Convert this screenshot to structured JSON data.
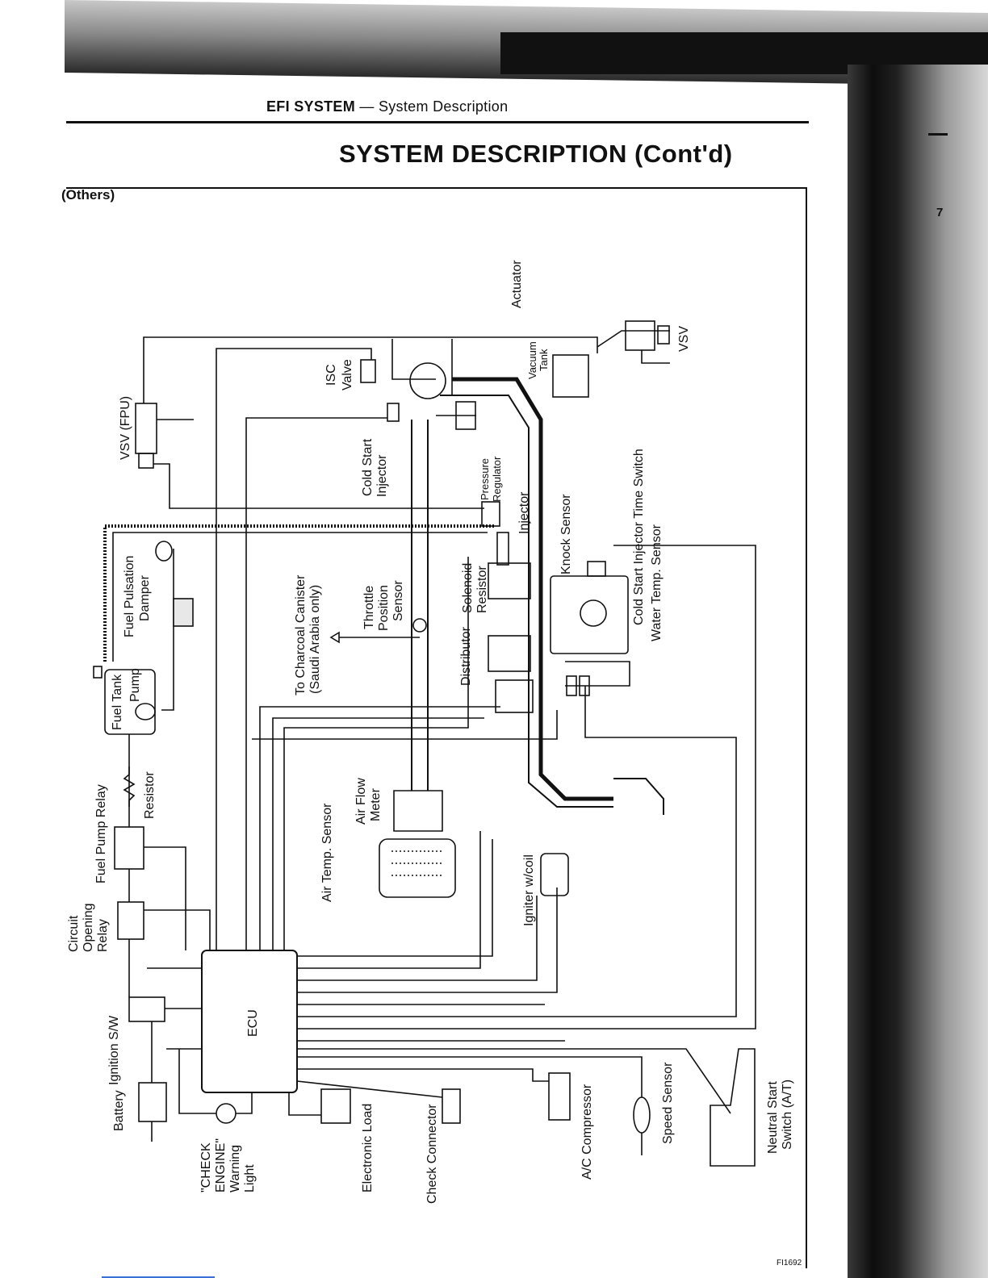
{
  "header": {
    "system": "EFI SYSTEM",
    "separator": "—",
    "section": "System Description"
  },
  "title": "SYSTEM DESCRIPTION (Cont'd)",
  "subsection": "(Others)",
  "margin_number": "7",
  "figure_code": "FI1692",
  "labels": {
    "actuator": "Actuator",
    "vsv": "VSV",
    "vacuum_tank_1": "Vacuum",
    "vacuum_tank_2": "Tank",
    "isc_valve_1": "ISC",
    "isc_valve_2": "Valve",
    "vsv_fpu": "VSV (FPU)",
    "cold_start_injector_1": "Cold Start",
    "cold_start_injector_2": "Injector",
    "pressure_regulator_1": "Pressure",
    "pressure_regulator_2": "Regulator",
    "injector": "Injector",
    "knock_sensor": "Knock Sensor",
    "cold_start_injector_time_switch": "Cold Start Injector Time Switch",
    "water_temp_sensor": "Water Temp. Sensor",
    "fuel_pulsation_damper_1": "Fuel Pulsation",
    "fuel_pulsation_damper_2": "Damper",
    "charcoal_canister_1": "To Charcoal Canister",
    "charcoal_canister_2": "(Saudi Arabia only)",
    "throttle_position_sensor_1": "Throttle",
    "throttle_position_sensor_2": "Position",
    "throttle_position_sensor_3": "Sensor",
    "distributor": "Distributor",
    "solenoid_resistor_1": "Solenoid",
    "solenoid_resistor_2": "Resistor",
    "fuel_tank": "Fuel Tank",
    "pump": "Pump",
    "fuel_pump_relay": "Fuel Pump Relay",
    "resistor": "Resistor",
    "air_temp_sensor": "Air Temp. Sensor",
    "air_flow_meter_1": "Air Flow",
    "air_flow_meter_2": "Meter",
    "igniter_w_coil": "Igniter w/coil",
    "circuit_opening_relay_1": "Circuit",
    "circuit_opening_relay_2": "Opening",
    "circuit_opening_relay_3": "Relay",
    "ignition_sw": "Ignition S/W",
    "ecu": "ECU",
    "battery": "Battery",
    "check_engine_1": "\"CHECK",
    "check_engine_2": "ENGINE\"",
    "check_engine_3": "Warning",
    "check_engine_4": "Light",
    "electronic_load": "Electronic Load",
    "check_connector": "Check Connector",
    "ac_compressor": "A/C Compressor",
    "speed_sensor": "Speed Sensor",
    "neutral_start_switch_1": "Neutral Start",
    "neutral_start_switch_2": "Switch (A/T)"
  }
}
